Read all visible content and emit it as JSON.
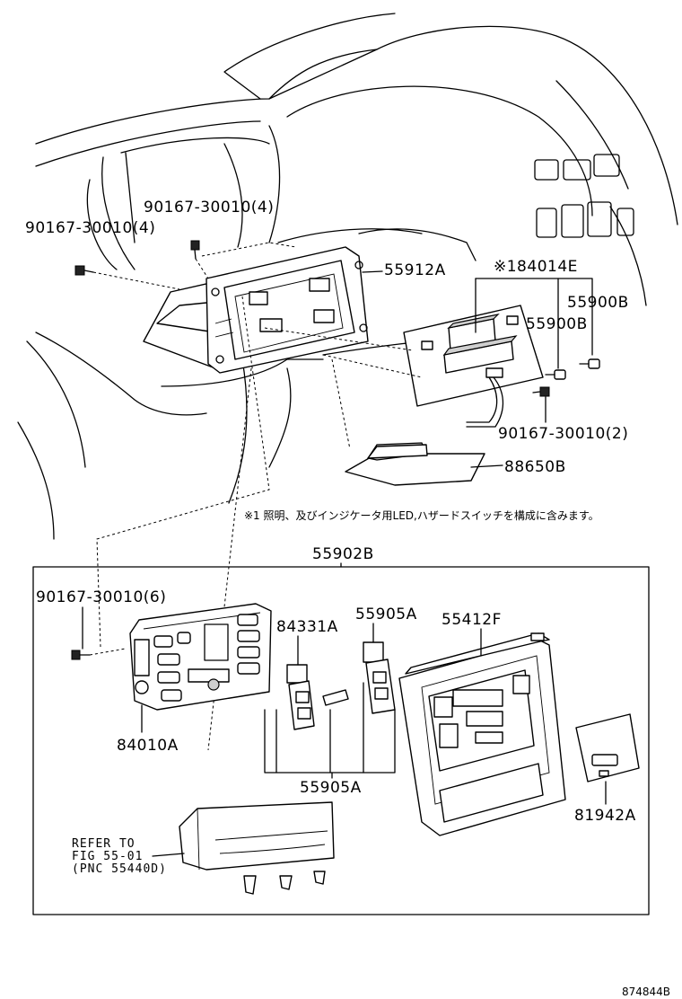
{
  "labels": {
    "bolt_4_left": "90167-30010(4)",
    "bolt_4_top": "90167-30010(4)",
    "bracket": "55912A",
    "indicator": "※184014E",
    "screw_right": "55900B",
    "panel_right": "55900B",
    "bolt_2": "90167-30010(2)",
    "unit_lower": "88650B",
    "note": "※1 照明、及びインジケータ用LED,ハザードスイッチを構成に含みます。",
    "assembly": "55902B",
    "bolt_6": "90167-30010(6)",
    "knob_a": "84331A",
    "knob_b_top": "55905A",
    "cover": "55412F",
    "switch_body": "84010A",
    "knob_b_bottom": "55905A",
    "plate": "81942A",
    "refer_line1": "REFER TO",
    "refer_line2": "FIG 55-01",
    "refer_line3": "(PNC 55440D)",
    "drawing_no": "874844B"
  }
}
